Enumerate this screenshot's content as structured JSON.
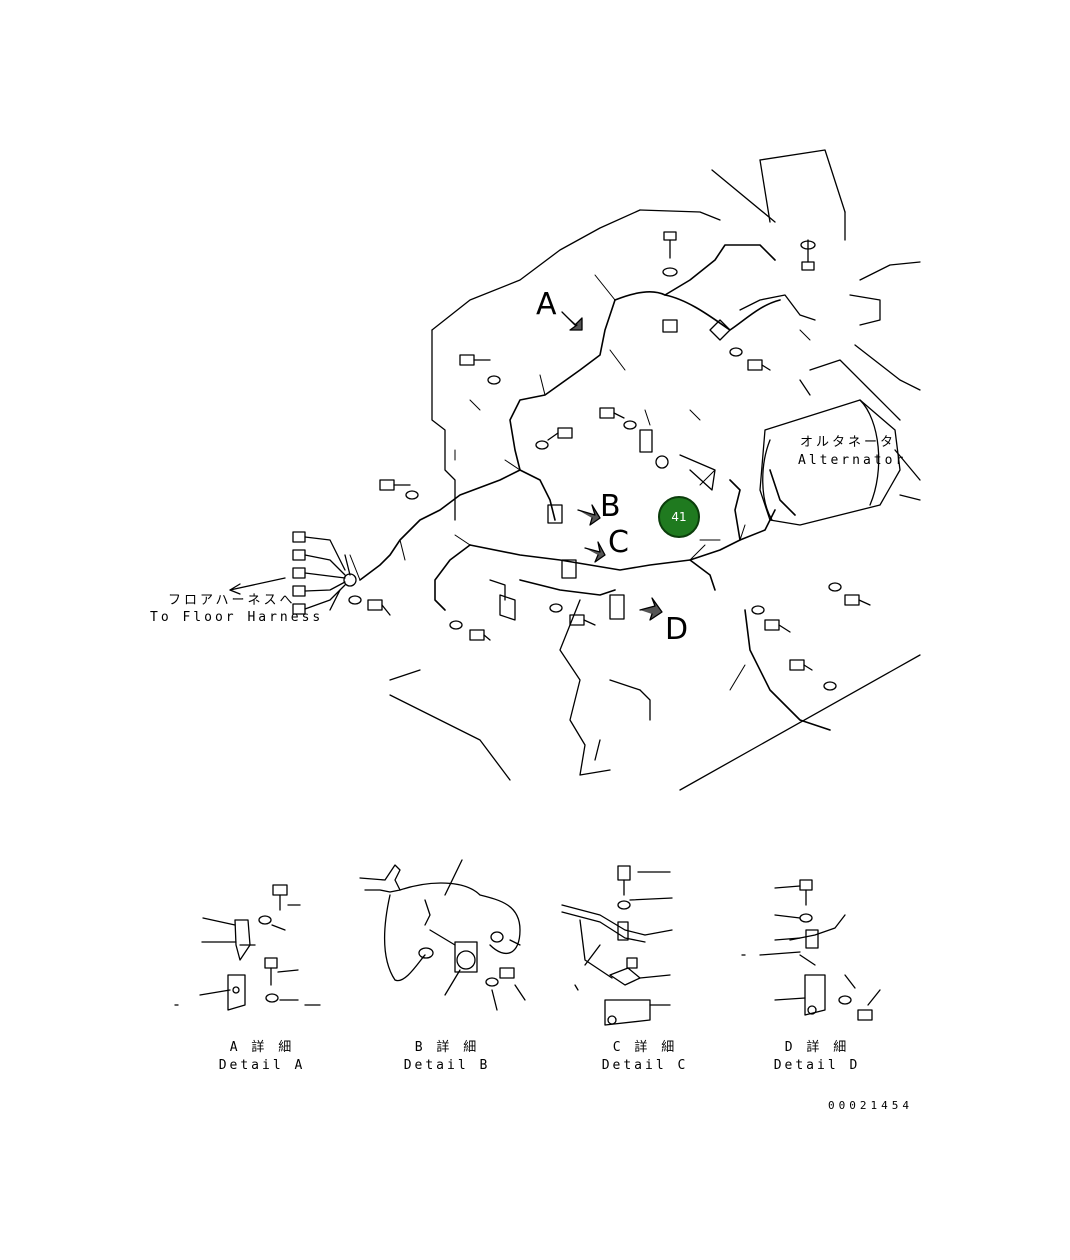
{
  "callouts": {
    "part_number": "41",
    "badge_color": "#1f7a1f"
  },
  "view_letters": {
    "a": "A",
    "b": "B",
    "c": "C",
    "d": "D"
  },
  "labels": {
    "alternator_jp": "オルタネータ",
    "alternator_en": "Alternator",
    "floor_harness_jp": "フロアハーネスへ",
    "floor_harness_en": "To Floor Harness"
  },
  "details": [
    {
      "jp": "A 詳 細",
      "en": "Detail A"
    },
    {
      "jp": "B 詳 細",
      "en": "Detail B"
    },
    {
      "jp": "C 詳 細",
      "en": "Detail C"
    },
    {
      "jp": "D 詳 細",
      "en": "Detail D"
    }
  ],
  "drawing_number": "00021454"
}
